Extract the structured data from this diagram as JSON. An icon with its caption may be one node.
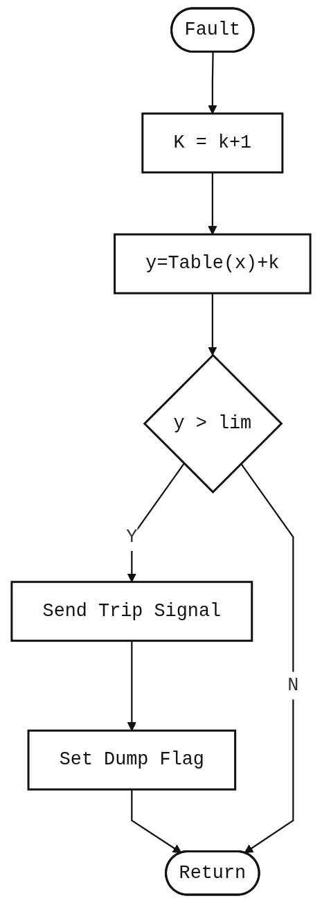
{
  "diagram": {
    "nodes": [
      {
        "text": [
          "Fault"
        ]
      },
      {
        "text": [
          "K = k+1"
        ]
      },
      {
        "text": [
          "y=Table(x)+k"
        ]
      },
      {
        "text": [
          "y > lim"
        ]
      },
      {
        "text": [
          "Send Trip Signal"
        ]
      },
      {
        "text": [
          "Set Dump Flag"
        ]
      },
      {
        "text": [
          "Return"
        ]
      }
    ],
    "edges": [
      {
        "from": 0,
        "to": 1,
        "arrow": "to"
      },
      {
        "from": 1,
        "to": 2,
        "arrow": "to"
      },
      {
        "from": 2,
        "to": 3,
        "arrow": "to"
      },
      {
        "from": 3,
        "to": 4,
        "arrow": "to",
        "label": "Y"
      },
      {
        "from": 4,
        "to": 5,
        "arrow": "to"
      },
      {
        "from": 5,
        "to": 6,
        "arrow": "to"
      },
      {
        "from": 3,
        "to": 6,
        "arrow": "to",
        "label": "N"
      }
    ]
  }
}
